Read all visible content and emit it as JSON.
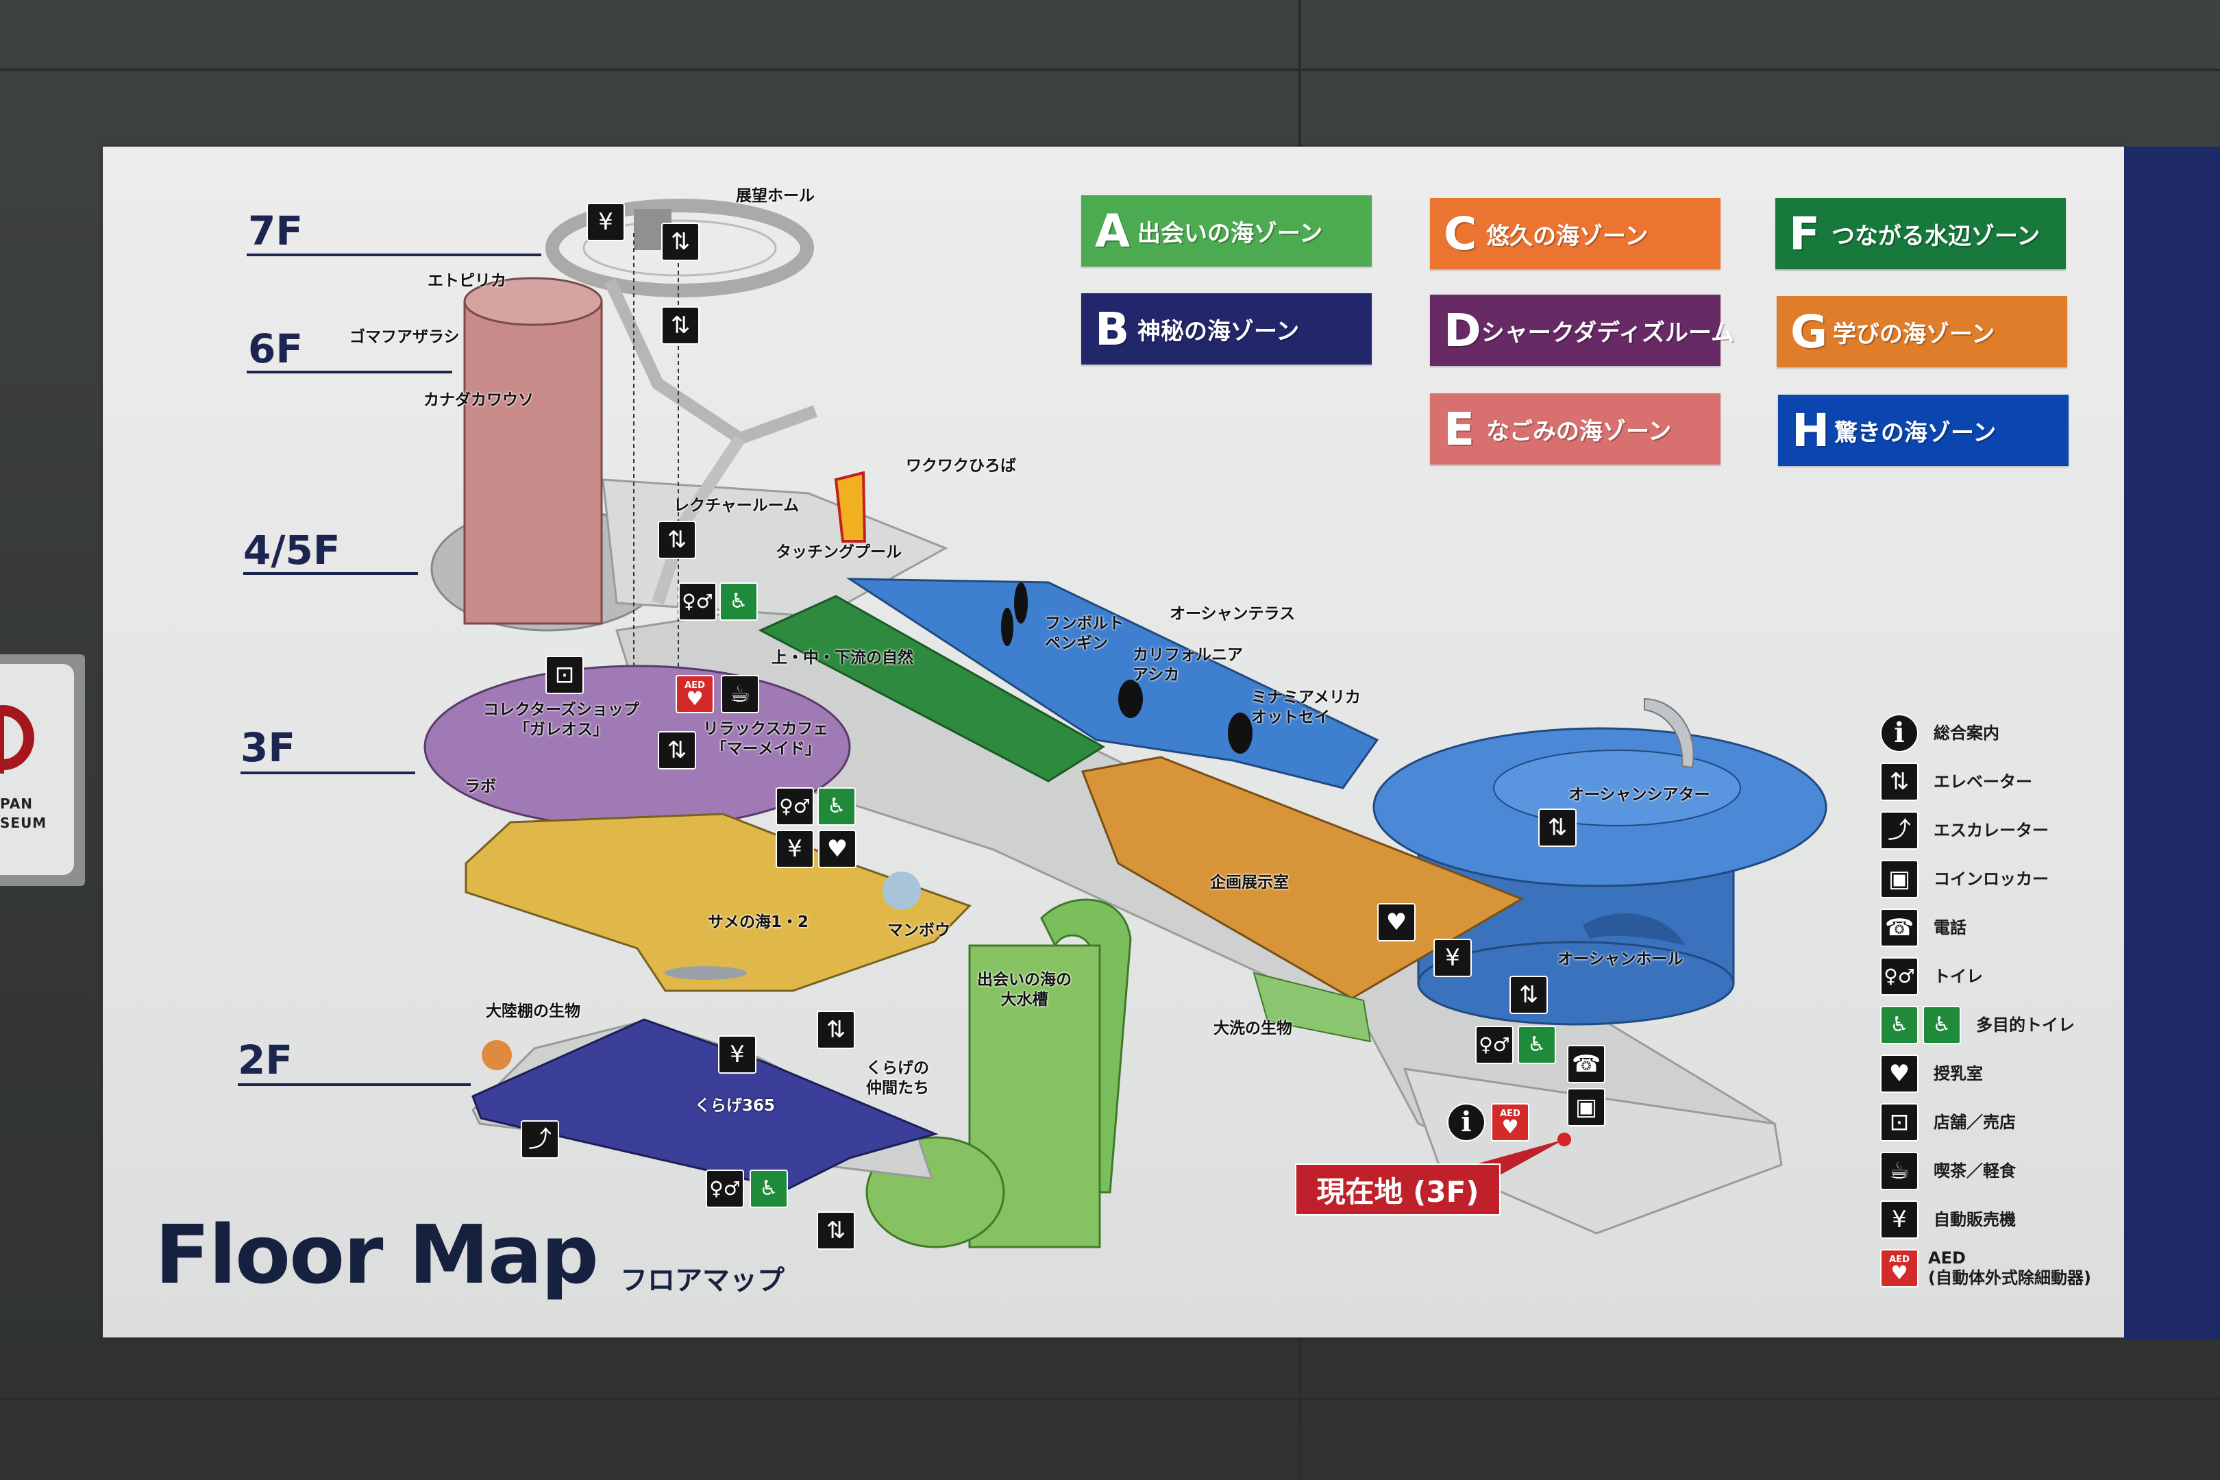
{
  "wall_sign": {
    "line1": "PAN",
    "line2": "SEUM",
    "brand_color": "#a5171d"
  },
  "floors": [
    "7F",
    "6F",
    "4/5F",
    "3F",
    "2F"
  ],
  "zones": [
    {
      "letter": "A",
      "name": "出会いの海ゾーン",
      "color": "#4caa50"
    },
    {
      "letter": "B",
      "name": "神秘の海ゾーン",
      "color": "#22266a"
    },
    {
      "letter": "C",
      "name": "悠久の海ゾーン",
      "color": "#ea7430"
    },
    {
      "letter": "D",
      "name": "シャークダディズルーム",
      "color": "#672a65"
    },
    {
      "letter": "E",
      "name": "なごみの海ゾーン",
      "color": "#d8706f"
    },
    {
      "letter": "F",
      "name": "つながる水辺ゾーン",
      "color": "#17793b"
    },
    {
      "letter": "G",
      "name": "学びの海ゾーン",
      "color": "#e07d2a"
    },
    {
      "letter": "H",
      "name": "驚きの海ゾーン",
      "color": "#0b45b0"
    }
  ],
  "map": {
    "labels": {
      "observation_hall": "展望ホール",
      "tufted_puffin": "エトピリカ",
      "spotted_seal": "ゴマフアザラシ",
      "river_otter": "カナダカワウソ",
      "wakuwaku_plaza": "ワクワクひろば",
      "lecture_room": "レクチャールーム",
      "touching_pool": "タッチングプール",
      "ocean_terrace": "オーシャンテラス",
      "humboldt_1": "フンボルト",
      "humboldt_2": "ペンギン",
      "sea_lion_1": "カリフォルニア",
      "sea_lion_2": "アシカ",
      "fur_seal_1": "ミナミアメリカ",
      "fur_seal_2": "オットセイ",
      "river_nature": "上・中・下流の自然",
      "shop_1": "コレクターズショップ",
      "shop_2": "「ガレオス」",
      "cafe_1": "リラックスカフェ",
      "cafe_2": "「マーメイド」",
      "lab": "ラボ",
      "ocean_theater": "オーシャンシアター",
      "special_exhibit": "企画展示室",
      "shark_sea": "サメの海1・2",
      "sunfish": "マンボウ",
      "big_tank_1": "出会いの海の",
      "big_tank_2": "大水槽",
      "ocean_hall": "オーシャンホール",
      "oarai_life": "大洗の生物",
      "shelf_life": "大陸棚の生物",
      "jelly_friends_1": "くらげの",
      "jelly_friends_2": "仲間たち",
      "jelly_365": "くらげ365"
    },
    "aed_text": "AED",
    "current_location": "現在地 (3F)"
  },
  "legend": [
    {
      "icon": "info-icon",
      "label": "総合案内"
    },
    {
      "icon": "elevator-icon",
      "label": "エレベーター"
    },
    {
      "icon": "escalator-icon",
      "label": "エスカレーター"
    },
    {
      "icon": "coin-locker-icon",
      "label": "コインロッカー"
    },
    {
      "icon": "phone-icon",
      "label": "電話"
    },
    {
      "icon": "toilet-icon",
      "label": "トイレ"
    },
    {
      "icon": "multipurpose-toilet-icon",
      "label": "多目的トイレ"
    },
    {
      "icon": "nursing-room-icon",
      "label": "授乳室"
    },
    {
      "icon": "shop-icon",
      "label": "店舗／売店"
    },
    {
      "icon": "cafe-icon",
      "label": "喫茶／軽食"
    },
    {
      "icon": "vending-machine-icon",
      "label": "自動販売機"
    },
    {
      "icon": "aed-icon",
      "label": "AED",
      "sublabel": "(自動体外式除細動器)"
    }
  ],
  "title": {
    "main": "Floor Map",
    "sub": "フロアマップ"
  }
}
